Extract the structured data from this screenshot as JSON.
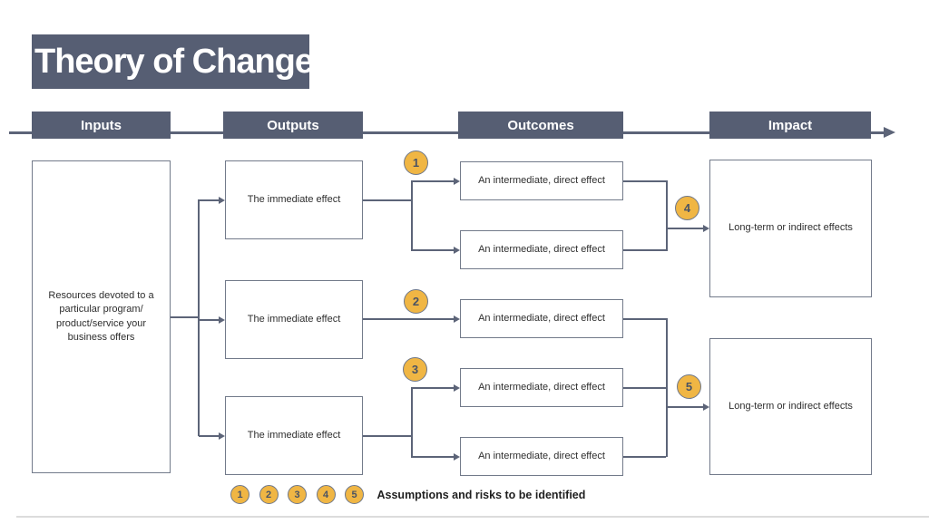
{
  "title": "Theory of Change",
  "columns": {
    "inputs": "Inputs",
    "outputs": "Outputs",
    "outcomes": "Outcomes",
    "impact": "Impact"
  },
  "boxes": {
    "input": "Resources devoted to a particular program/ product/service your business offers",
    "output": "The immediate effect",
    "outcome": "An intermediate, direct effect",
    "impact": "Long-term or indirect effects"
  },
  "markers": {
    "m1": "1",
    "m2": "2",
    "m3": "3",
    "m4": "4",
    "m5": "5"
  },
  "legend": {
    "numbers": [
      "1",
      "2",
      "3",
      "4",
      "5"
    ],
    "label": "Assumptions and risks to be identified"
  },
  "colors": {
    "slate": "#565e73",
    "connector": "#5c6478",
    "marker_fill": "#f0b644",
    "marker_border": "#6e7789",
    "marker_number": "#4a5364"
  }
}
